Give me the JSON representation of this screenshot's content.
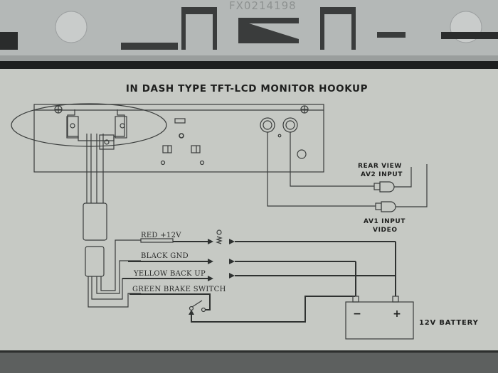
{
  "bracket": {
    "serial_number": "FX0214198"
  },
  "diagram": {
    "title": "IN DASH TYPE TFT-LCD MONITOR HOOKUP",
    "rca_labels": {
      "av2_line1": "REAR VIEW",
      "av2_line2": "AV2 INPUT",
      "av1_line1": "AV1 INPUT",
      "av1_line2": "VIDEO"
    },
    "wires": [
      {
        "label": "RED +12V",
        "color": "#c0392b"
      },
      {
        "label": "BLACK GND",
        "color": "#111111"
      },
      {
        "label": "YELLOW BACK UP",
        "color": "#d4ac0d"
      },
      {
        "label": "GREEN BRAKE SWITCH",
        "color": "#1e8449"
      }
    ],
    "battery": {
      "label": "12V BATTERY",
      "negative_symbol": "−",
      "positive_symbol": "+"
    }
  }
}
